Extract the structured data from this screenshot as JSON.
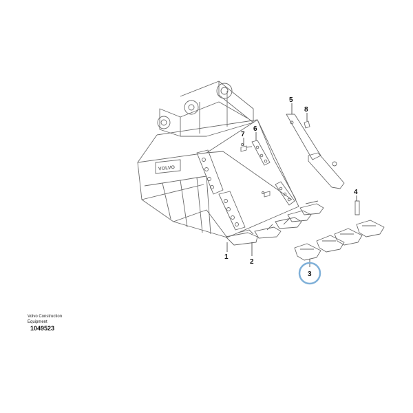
{
  "callouts": {
    "c1": "1",
    "c2": "2",
    "c3": "3",
    "c4": "4",
    "c5": "5",
    "c6": "6",
    "c7": "7",
    "c8": "8"
  },
  "bucket_logo": "VOLVO",
  "caption": {
    "company": "Volvo Construction Equipment",
    "code": "1049523"
  },
  "colors": {
    "line": "#555555",
    "part_fill": "#ffffff",
    "highlight": "#7fb0d8"
  }
}
